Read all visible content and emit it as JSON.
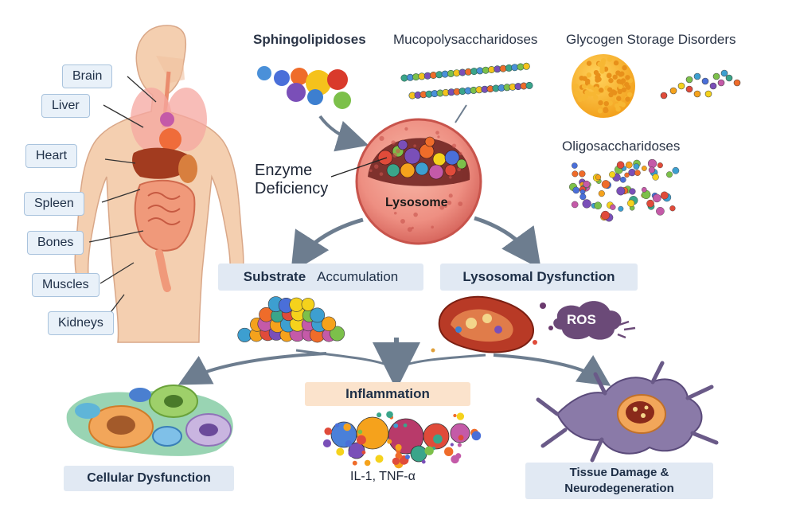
{
  "organs": [
    "Brain",
    "Liver",
    "Heart",
    "Spleen",
    "Bones",
    "Muscles",
    "Kidneys"
  ],
  "categories": {
    "sphingo": "Sphingolipidoses",
    "mucopoly": "Mucopolysaccharidoses",
    "glycogen": "Glycogen Storage Disorders",
    "oligo": "Oligosaccharidoses"
  },
  "center": {
    "lysosome": "Lysosome",
    "enzyme_line1": "Enzyme",
    "enzyme_line2": "Deficiency"
  },
  "boxes": {
    "substrate_a": "Substrate",
    "substrate_b": "Accumulation",
    "lysosomal_dysfunction": "Lysosomal Dysfunction",
    "inflammation": "Inflammation",
    "cytokines": "IL-1, TNF-α",
    "cellular_dysfunction": "Cellular Dysfunction",
    "tissue_line1": "Tissue Damage &",
    "tissue_line2": "Neurodegeneration",
    "ros": "ROS"
  },
  "colors": {
    "box_blue": "#e1e9f3",
    "box_orange": "#fbe3cc",
    "lysosome_fill": "#ee8f82",
    "arrow": "#6d7d8f"
  }
}
